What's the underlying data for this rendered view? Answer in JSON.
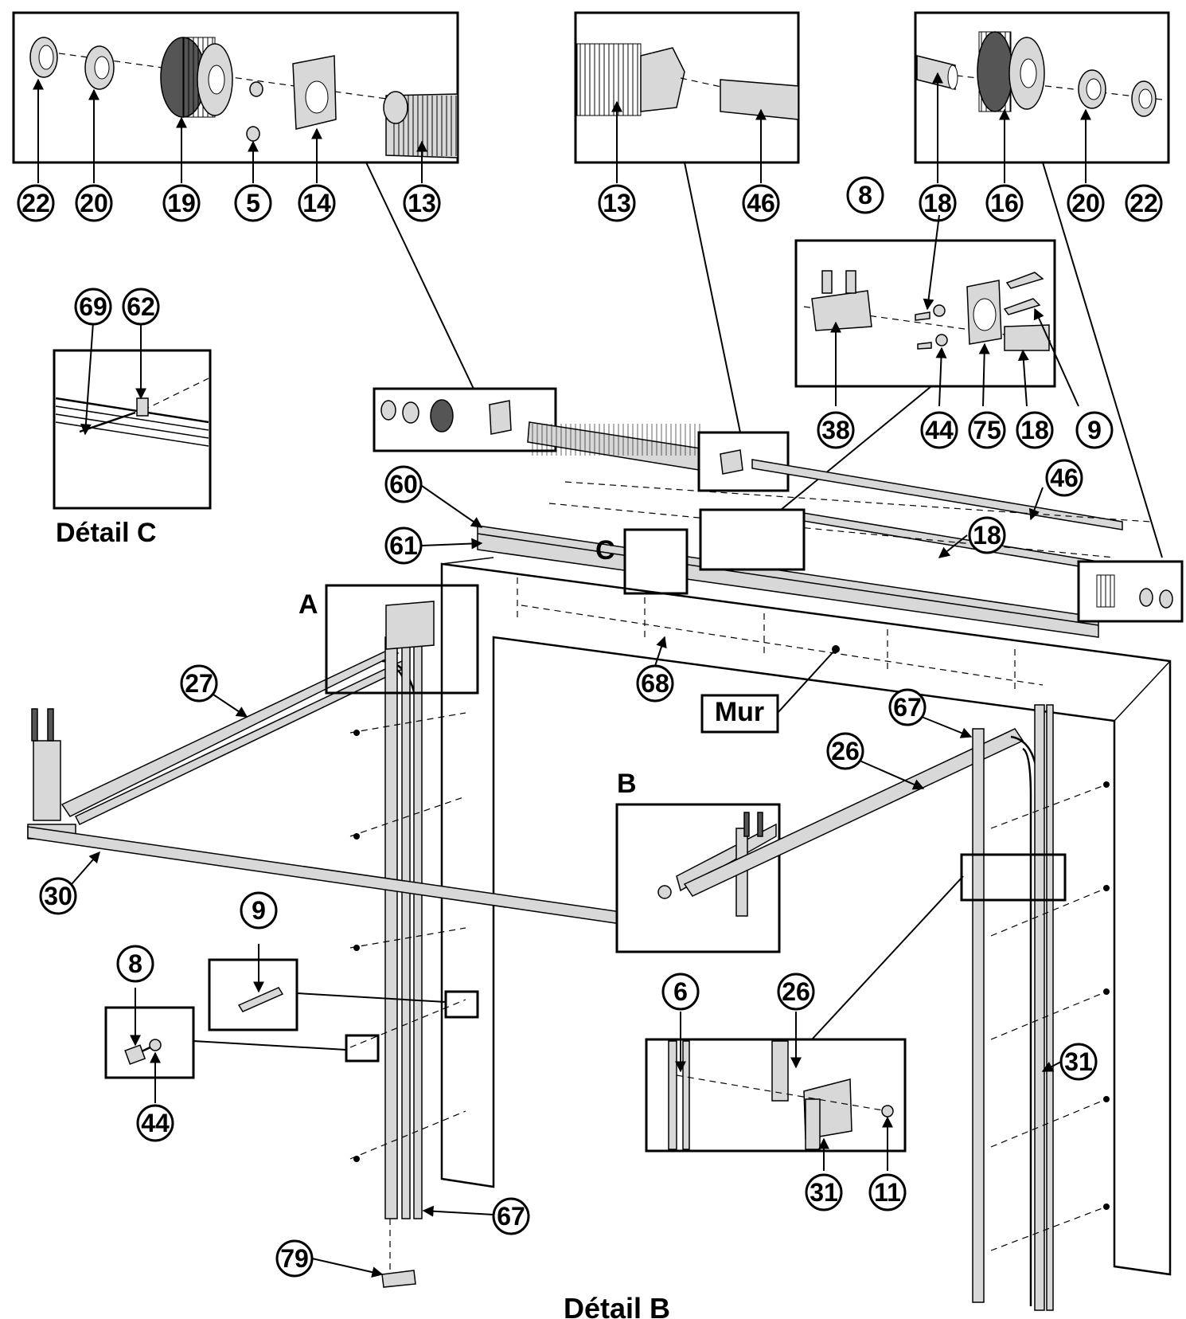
{
  "labels": {
    "detail_a": "A",
    "detail_b": "B",
    "detail_c": "C",
    "detail_c_caption": "Détail C",
    "detail_b_caption": "Détail B",
    "wall": "Mur"
  },
  "callouts": {
    "box1": [
      "22",
      "20",
      "19",
      "5",
      "14",
      "13"
    ],
    "box2": [
      "13",
      "46"
    ],
    "box3": [
      "18",
      "16",
      "20",
      "22"
    ],
    "box4": [
      "8",
      "38",
      "44",
      "75",
      "18",
      "9"
    ],
    "detail_c": [
      "69",
      "62"
    ],
    "main": [
      "60",
      "61",
      "46",
      "18",
      "27",
      "68",
      "67",
      "26",
      "30",
      "9",
      "8",
      "44",
      "67",
      "79",
      "31"
    ],
    "detail_b_inset": [
      "6",
      "26",
      "31",
      "11"
    ]
  }
}
